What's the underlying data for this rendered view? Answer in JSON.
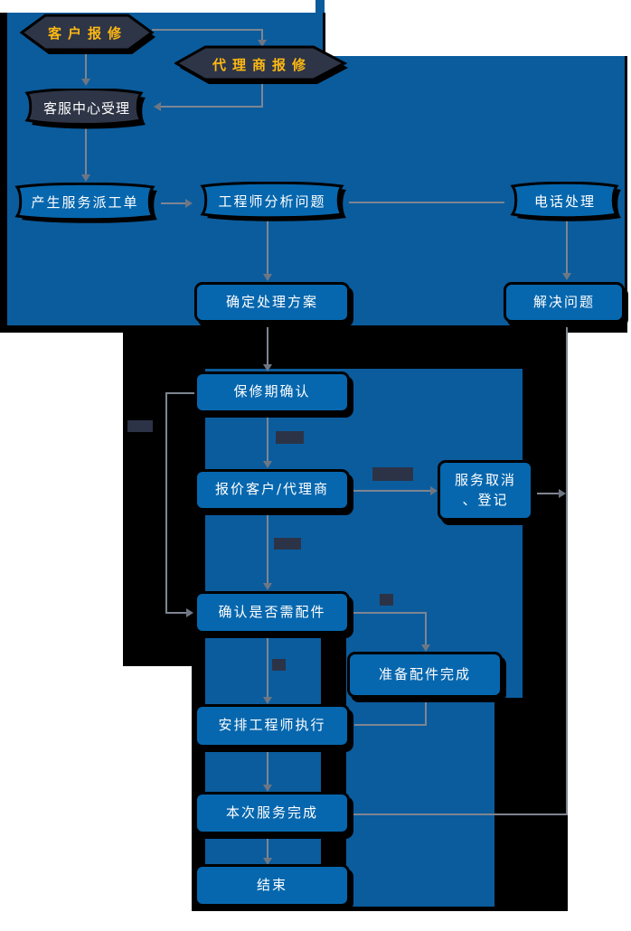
{
  "diagram": {
    "type": "flowchart",
    "language": "zh-CN",
    "nodes": {
      "customer_report": {
        "label": "客户报修",
        "shape": "hexagon"
      },
      "agent_report": {
        "label": "代理商报修",
        "shape": "hexagon"
      },
      "service_center": {
        "label": "客服中心受理",
        "shape": "banner"
      },
      "dispatch_order": {
        "label": "产生服务派工单",
        "shape": "scroll"
      },
      "engineer_analysis": {
        "label": "工程师分析问题",
        "shape": "scroll"
      },
      "phone_handling": {
        "label": "电话处理",
        "shape": "scroll"
      },
      "solution_plan": {
        "label": "确定处理方案",
        "shape": "rounded-rect"
      },
      "solve_problem": {
        "label": "解决问题",
        "shape": "rounded-rect"
      },
      "warranty_confirm": {
        "label": "保修期确认",
        "shape": "rounded-rect"
      },
      "quote_customer": {
        "label": "报价客户/代理商",
        "shape": "rounded-rect"
      },
      "service_cancel": {
        "label_line1": "服务取消",
        "label_line2": "、登记",
        "shape": "rounded-rect"
      },
      "parts_needed": {
        "label": "确认是否需配件",
        "shape": "rounded-rect"
      },
      "parts_ready": {
        "label": "准备配件完成",
        "shape": "rounded-rect"
      },
      "assign_engineer": {
        "label": "安排工程师执行",
        "shape": "rounded-rect"
      },
      "service_complete": {
        "label": "本次服务完成",
        "shape": "rounded-rect"
      },
      "end": {
        "label": "结束",
        "shape": "rounded-rect"
      }
    },
    "colors": {
      "panel_blue": "#0b5c9d",
      "node_blue": "#0667ae",
      "dark_navy": "#2e3547",
      "label_box_navy": "#2c3347",
      "gold_text": "#fdb813",
      "white_text": "#ffffff",
      "outline_black": "#000000",
      "connector_gray": "#7e8591"
    }
  }
}
